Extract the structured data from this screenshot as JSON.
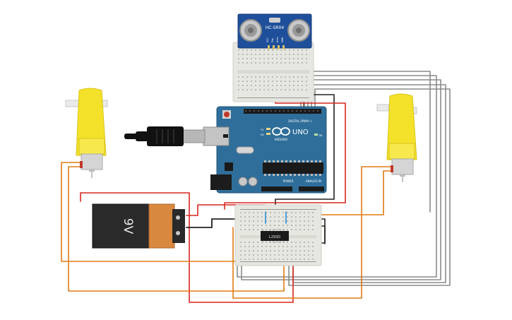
{
  "components": {
    "ultrasonic_sensor": {
      "model_label": "HC-SR04",
      "pin_labels": [
        "VCC",
        "Trig",
        "Echo",
        "GND"
      ]
    },
    "arduino": {
      "brand": "UNO",
      "wordmark": "ARDUINO",
      "digital_header_label": "DIGITAL (PWM~)",
      "power_header_label": "POWER",
      "analog_header_label": "ANALOG IN",
      "tx_label": "TX",
      "rx_label": "RX",
      "on_label": "ON"
    },
    "battery": {
      "label": "9V"
    },
    "motor_driver": {
      "label": "L293D"
    }
  },
  "colors": {
    "wire_red": "#d7261e",
    "wire_black": "#222222",
    "wire_gray": "#8a8a8a",
    "wire_orange": "#e07b12",
    "wire_blue": "#2d8fd6",
    "board_blue": "#2f6e9a",
    "motor_yellow": "#f4e12a",
    "sensor_blue": "#1f4f9a"
  }
}
